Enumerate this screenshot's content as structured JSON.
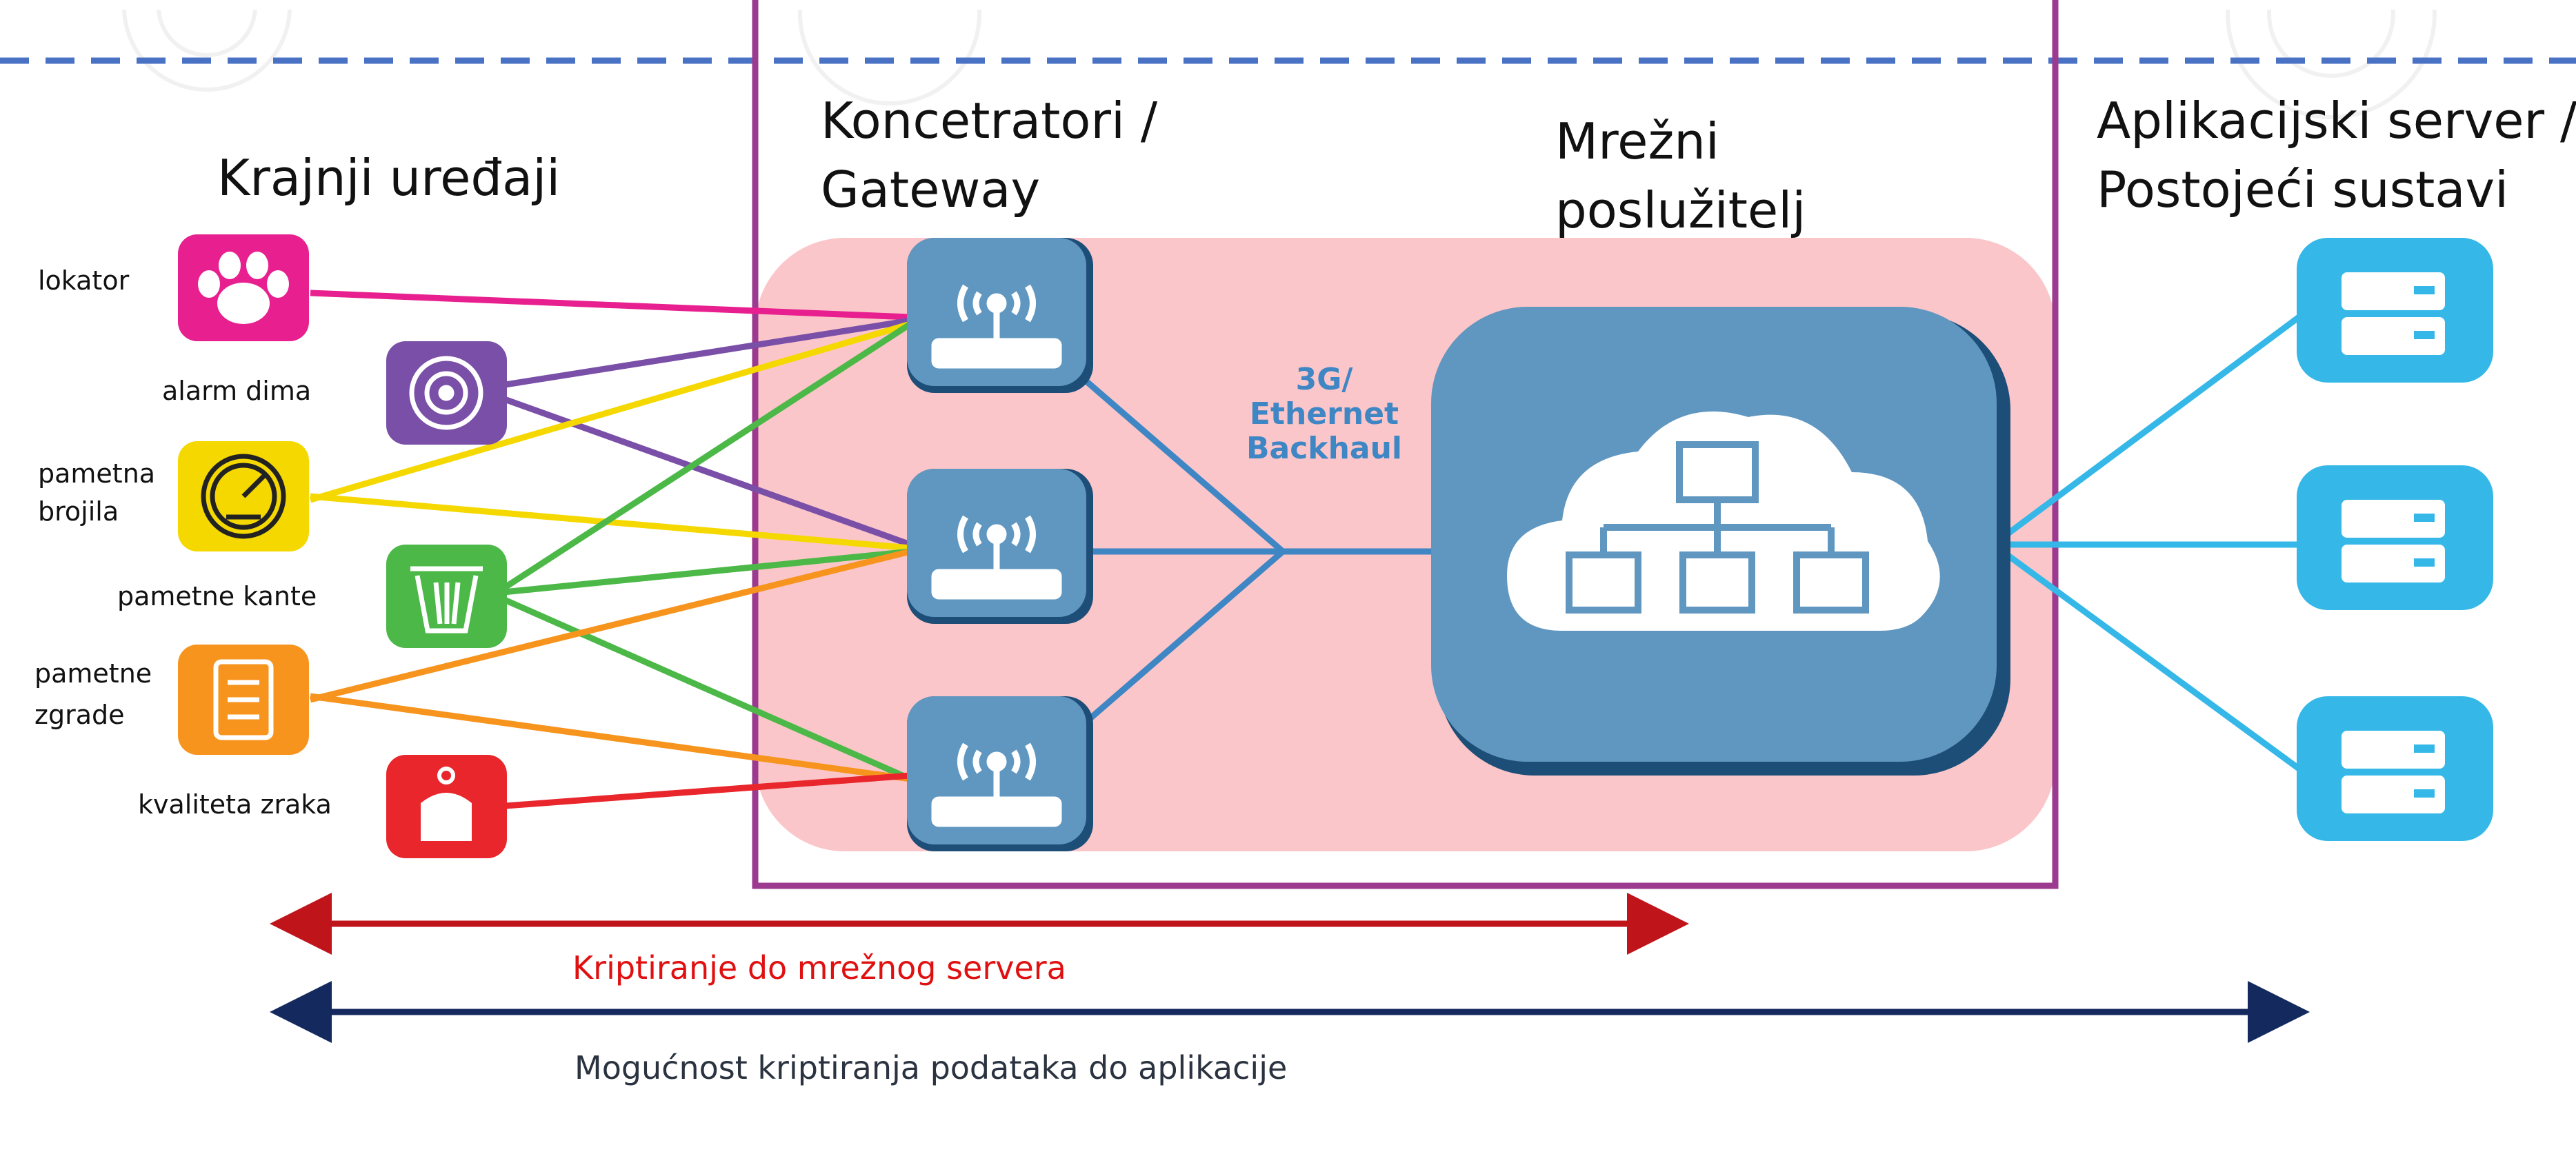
{
  "headings": {
    "end_devices": "Krajnji uređaji",
    "gateway_line1": "Koncetratori /",
    "gateway_line2": "Gateway",
    "network_server_line1": "Mrežni",
    "network_server_line2": "poslužitelj",
    "app_server_line1": "Aplikacijski server /",
    "app_server_line2": "Postojeći sustavi"
  },
  "devices": [
    {
      "label_lines": [
        "lokator"
      ],
      "icon": "paw-icon",
      "color": "#e8208f"
    },
    {
      "label_lines": [
        "alarm dima"
      ],
      "icon": "smoke-alarm-icon",
      "color": "#7a4fa8"
    },
    {
      "label_lines": [
        "pametna",
        "brojila"
      ],
      "icon": "meter-gauge-icon",
      "color": "#f5d800"
    },
    {
      "label_lines": [
        "pametne kante"
      ],
      "icon": "trash-bin-icon",
      "color": "#4cb848"
    },
    {
      "label_lines": [
        "pametne",
        "zgrade"
      ],
      "icon": "building-icon",
      "color": "#f7941d"
    },
    {
      "label_lines": [
        "kvaliteta zraka"
      ],
      "icon": "air-quality-icon",
      "color": "#e8262b"
    }
  ],
  "backhaul": {
    "line1": "3G/",
    "line2": "Ethernet",
    "line3": "Backhaul"
  },
  "captions": {
    "encryption_network": "Kriptiranje do mrežnog servera",
    "encryption_application": "Mogućnost kriptiranja podataka do aplikacije"
  },
  "colors": {
    "dashed_line": "#4a72c4",
    "frame": "#9b3a8e",
    "pink_panel": "#fbc6c9",
    "node_blue": "#6097c0",
    "server_cyan": "#35b8e8",
    "arrow_red": "#c0141b",
    "arrow_navy": "#14295e",
    "caption_red": "#e01010",
    "caption_dark": "#2b3340"
  }
}
